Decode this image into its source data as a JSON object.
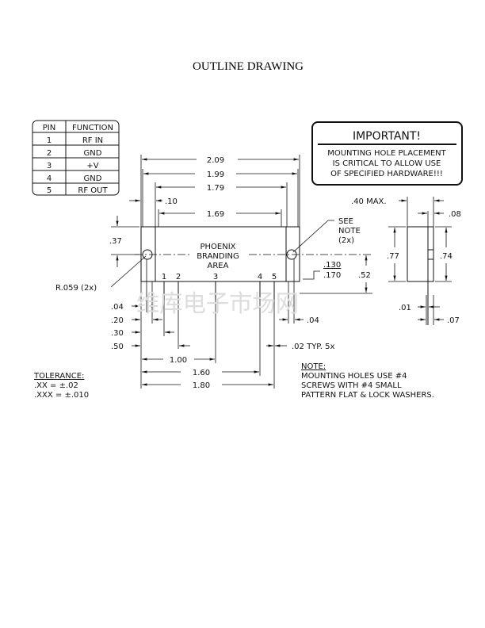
{
  "title": "OUTLINE DRAWING",
  "pin_table": {
    "headers": [
      "PIN",
      "FUNCTION"
    ],
    "rows": [
      [
        "1",
        "RF  IN"
      ],
      [
        "2",
        "GND"
      ],
      [
        "3",
        "+V"
      ],
      [
        "4",
        "GND"
      ],
      [
        "5",
        "RF  OUT"
      ]
    ]
  },
  "important": {
    "heading": "IMPORTANT!",
    "lines": [
      "MOUNTING HOLE PLACEMENT",
      "IS CRITICAL TO ALLOW USE",
      "OF SPECIFIED HARDWARE!!!"
    ]
  },
  "body_label": [
    "PHOENIX",
    "BRANDING",
    "AREA"
  ],
  "pin_labels": [
    "1",
    "2",
    "3",
    "4",
    "5"
  ],
  "dims": {
    "d209": "2.09",
    "d199": "1.99",
    "d179": "1.79",
    "d010": ".10",
    "d169": "1.69",
    "d037": ".37",
    "r059": "R.059  (2x)",
    "see_note": [
      "SEE",
      "NOTE",
      "(2x)"
    ],
    "d130": ".130",
    "d170": ".170",
    "d052": ".52",
    "d004a": ".04",
    "d020": ".20",
    "d030": ".30",
    "d050": ".50",
    "d004b": ".04",
    "d002": ".02  TYP.  5x",
    "d100": "1.00",
    "d160": "1.60",
    "d180": "1.80",
    "d040": ".40  MAX.",
    "d008": ".08",
    "d077": ".77",
    "d074": ".74",
    "d001": ".01",
    "d007": ".07"
  },
  "tolerance": {
    "heading": "TOLERANCE:",
    "lines": [
      ".XX  =  ±.02",
      ".XXX  =  ±.010"
    ]
  },
  "note": {
    "heading": "NOTE:",
    "lines": [
      "MOUNTING HOLES USE #4",
      "SCREWS WITH #4 SMALL",
      "PATTERN FLAT & LOCK WASHERS."
    ]
  },
  "watermark": "维库电子市场网"
}
